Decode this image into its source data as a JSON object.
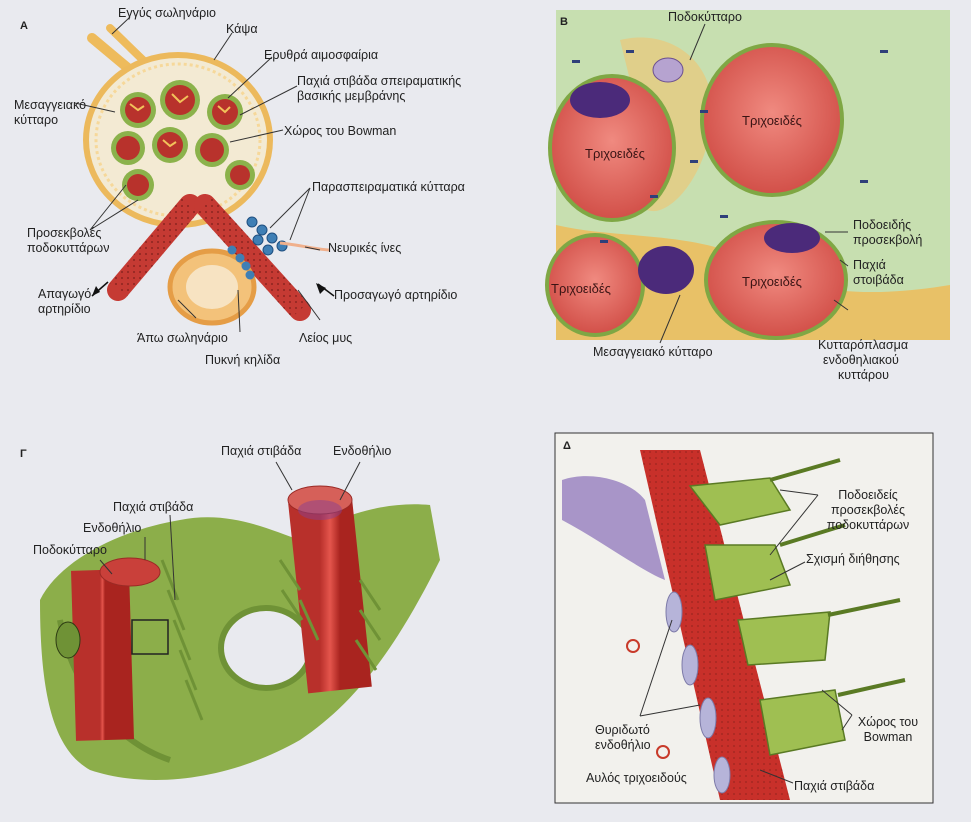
{
  "colors": {
    "page_bg": "#e9eaef",
    "blood_red": "#d8504a",
    "capillary_pink": "#e9786f",
    "podocyte_green": "#8fb24b",
    "mesangial_yellow": "#efc36a",
    "nucleus_purple": "#4b2a7a",
    "smooth_muscle_orange": "#e89a4a",
    "macula_blue": "#3f7fb5"
  },
  "panel_a": {
    "letter": "A",
    "labels": {
      "near_venule": "Εγγύς σωληνάριο",
      "capsule": "Κάψα",
      "red_cells": "Ερυθρά αιμοσφαίρια",
      "gbm_line1": "Παχιά στιβάδα σπειραματικής",
      "gbm_line2": "βασικής μεμβράνης",
      "bowman_space": "Χώρος του Bowman",
      "mesangial_line1": "Μεσαγγειακό",
      "mesangial_line2": "κύτταρο",
      "juxta": "Παρασπειραματικά κύτταρα",
      "nerve": "Νευρικές ίνες",
      "foot_line1": "Προσεκβολές",
      "foot_line2": "ποδοκυττάρων",
      "efferent_line1": "Απαγωγό",
      "efferent_line2": "αρτηρίδιο",
      "afferent": "Προσαγωγό αρτηρίδιο",
      "distal": "Άπω σωληνάριο",
      "smooth_muscle": "Λείος μυς",
      "macula": "Πυκνή κηλίδα"
    }
  },
  "panel_b": {
    "letter": "Β",
    "labels": {
      "podocyte": "Ποδοκύτταρο",
      "capillary": "Τριχοειδές",
      "foot_line1": "Ποδοειδής",
      "foot_line2": "προσεκβολή",
      "thick_line1": "Παχιά",
      "thick_line2": "στοιβάδα",
      "cyto_line1": "Κυτταρόπλασμα",
      "cyto_line2": "ενδοθηλιακού",
      "cyto_line3": "κυττάρου",
      "mesangial": "Μεσαγγειακό κύτταρο"
    }
  },
  "panel_c": {
    "letter": "Γ",
    "labels": {
      "thick_top": "Παχιά στιβάδα",
      "endo_top": "Ενδοθήλιο",
      "thick_left": "Παχιά στιβάδα",
      "endo_left": "Ενδοθήλιο",
      "podocyte": "Ποδοκύτταρο"
    }
  },
  "panel_d": {
    "letter": "Δ",
    "labels": {
      "foot_line1": "Ποδοειδείς",
      "foot_line2": "προσεκβολές",
      "foot_line3": "ποδοκυττάρων",
      "slit": "Σχισμή διήθησης",
      "bowman_line1": "Χώρος του",
      "bowman_line2": "Bowman",
      "fenest_line1": "Θυριδωτό",
      "fenest_line2": "ενδοθήλιο",
      "lumen": "Αυλός τριχοειδούς",
      "thick": "Παχιά στιβάδα"
    }
  }
}
